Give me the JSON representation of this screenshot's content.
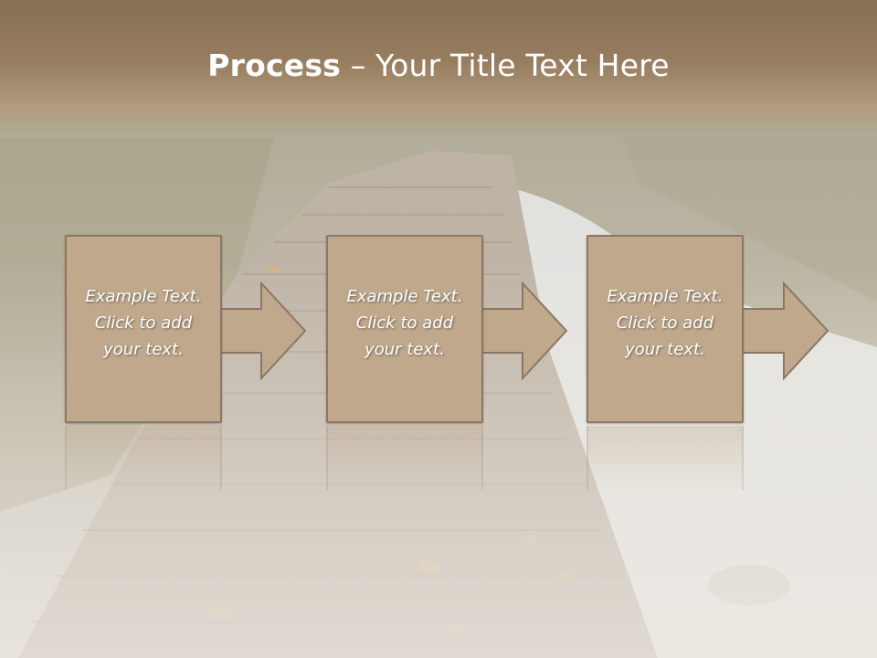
{
  "title": {
    "bold": "Process",
    "rest": " – Your Title Text Here"
  },
  "steps": [
    {
      "text": "Example Text.\nClick  to add\nyour text."
    },
    {
      "text": "Example Text.\nClick  to add\nyour text."
    },
    {
      "text": "Example Text.\nClick  to add\nyour text."
    }
  ],
  "colors": {
    "title_bar": "#88704f",
    "box_fill": "#bfa88c",
    "box_border": "#8b7763",
    "text": "#ffffff"
  }
}
